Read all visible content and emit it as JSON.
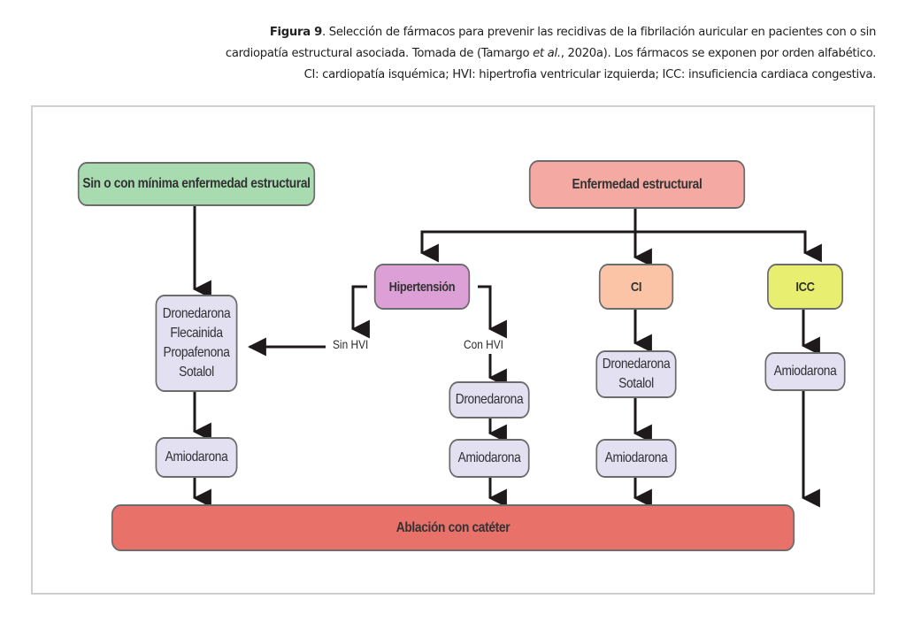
{
  "caption": {
    "label": "Figura 9",
    "line1_rest": ". Selección de fármacos para prevenir las recidivas de la fibrilación auricular en pacientes con o sin",
    "line2_pre": "cardiopatía estructural asociada. Tomada de (Tamargo ",
    "line2_italic": "et al.",
    "line2_post": ", 2020a). Los fármacos se exponen por orden alfabético.",
    "line3": "CI: cardiopatía isquémica; HVI: hipertrofia ventricular izquierda; ICC: insuficiencia cardiaca congestiva."
  },
  "colors": {
    "green": "#a8dcb0",
    "salmon": "#f4aaa3",
    "pink": "#dc9fd6",
    "peach": "#fbc4a6",
    "yellow": "#e7ee70",
    "lavender": "#e3e1f1",
    "red": "#e8716a",
    "line": "#1e1a1c"
  },
  "nodes": {
    "no_structural": "Sin o con mínima enfermedad estructural",
    "structural": "Enfermedad estructural",
    "hypertension": "Hipertensión",
    "ci": "CI",
    "icc": "ICC",
    "left_drugs": [
      "Dronedarona",
      "Flecainida",
      "Propafenona",
      "Sotalol"
    ],
    "left_amio": "Amiodarona",
    "hvi_drug": "Dronedarona",
    "hvi_amio": "Amiodarona",
    "ci_drugs": [
      "Dronedarona",
      "Sotalol"
    ],
    "ci_amio": "Amiodarona",
    "icc_amio": "Amiodarona",
    "ablation": "Ablación con catéter"
  },
  "labels": {
    "sin_hvi": "Sin HVI",
    "con_hvi": "Con HVI"
  }
}
